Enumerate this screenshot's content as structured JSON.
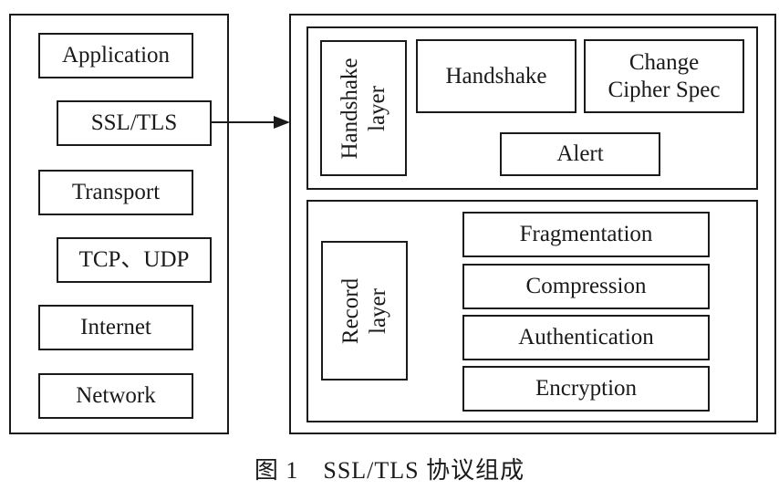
{
  "left_stack": {
    "application": "Application",
    "ssl_tls": "SSL/TLS",
    "transport": "Transport",
    "tcp_udp": "TCP、UDP",
    "internet": "Internet",
    "network": "Network"
  },
  "handshake_layer": {
    "label_line1": "Handshake",
    "label_line2": "layer",
    "handshake": "Handshake",
    "change_cipher_line1": "Change",
    "change_cipher_line2": "Cipher Spec",
    "alert": "Alert"
  },
  "record_layer": {
    "label_line1": "Record",
    "label_line2": "layer",
    "fragmentation": "Fragmentation",
    "compression": "Compression",
    "authentication": "Authentication",
    "encryption": "Encryption"
  },
  "caption": "图 1　SSL/TLS 协议组成"
}
